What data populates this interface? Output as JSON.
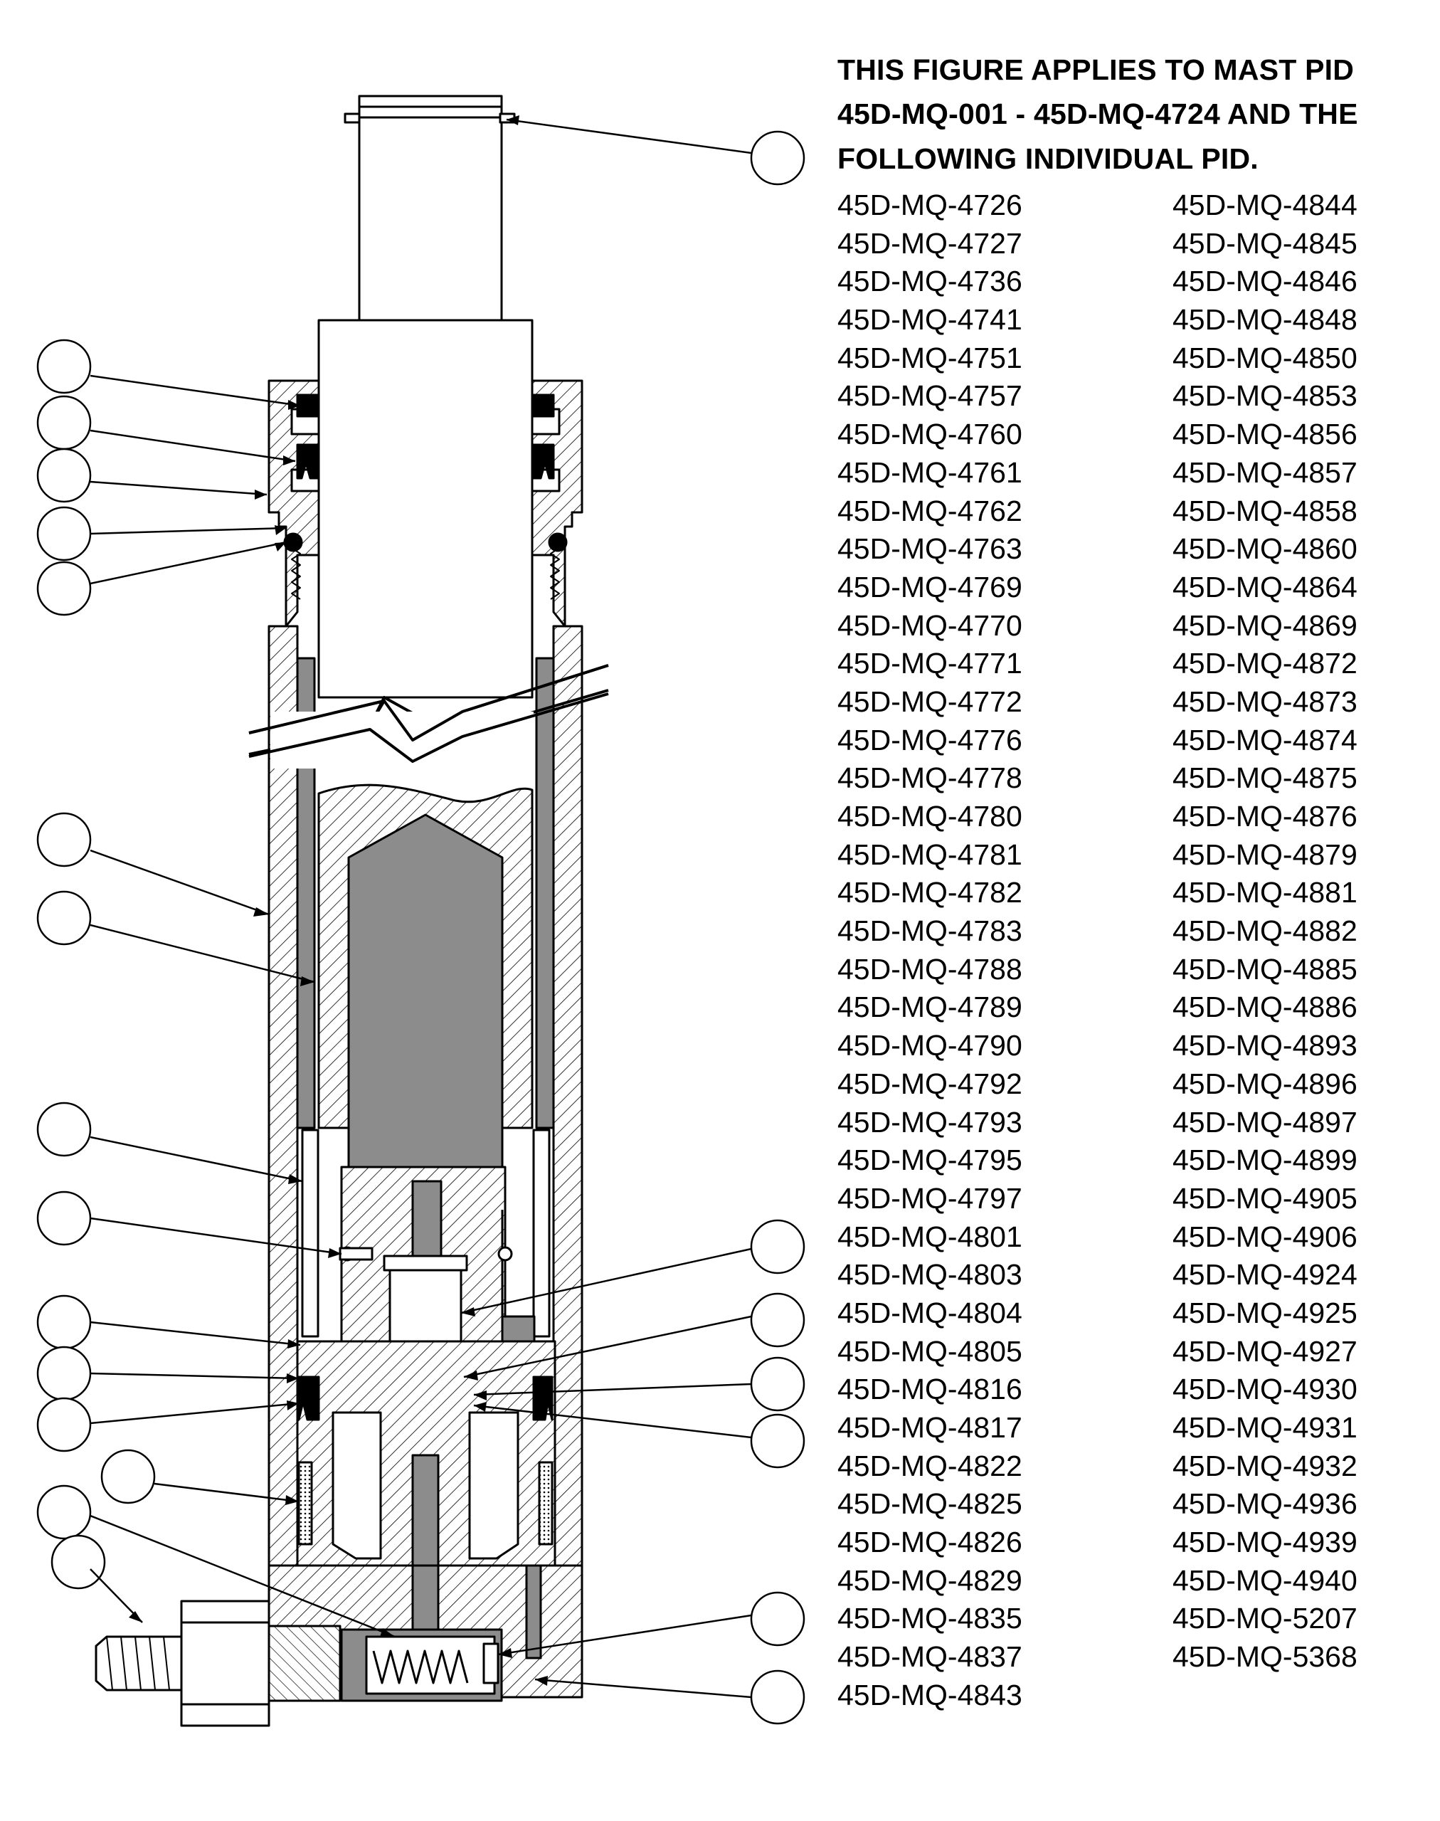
{
  "heading": {
    "line1": "THIS FIGURE APPLIES TO MAST PID",
    "line2": "45D-MQ-001 - 45D-MQ-4724 AND THE",
    "line3": "FOLLOWING INDIVIDUAL PID."
  },
  "pid_column_1": [
    "45D-MQ-4726",
    "45D-MQ-4727",
    "45D-MQ-4736",
    "45D-MQ-4741",
    "45D-MQ-4751",
    "45D-MQ-4757",
    "45D-MQ-4760",
    "45D-MQ-4761",
    "45D-MQ-4762",
    "45D-MQ-4763",
    "45D-MQ-4769",
    "45D-MQ-4770",
    "45D-MQ-4771",
    "45D-MQ-4772",
    "45D-MQ-4776",
    "45D-MQ-4778",
    "45D-MQ-4780",
    "45D-MQ-4781",
    "45D-MQ-4782",
    "45D-MQ-4783",
    "45D-MQ-4788",
    "45D-MQ-4789",
    "45D-MQ-4790",
    "45D-MQ-4792",
    "45D-MQ-4793",
    "45D-MQ-4795",
    "45D-MQ-4797",
    "45D-MQ-4801",
    "45D-MQ-4803",
    "45D-MQ-4804",
    "45D-MQ-4805",
    "45D-MQ-4816",
    "45D-MQ-4817",
    "45D-MQ-4822",
    "45D-MQ-4825",
    "45D-MQ-4826",
    "45D-MQ-4829",
    "45D-MQ-4835",
    "45D-MQ-4837",
    "45D-MQ-4843"
  ],
  "pid_column_2": [
    "45D-MQ-4844",
    "45D-MQ-4845",
    "45D-MQ-4846",
    "45D-MQ-4848",
    "45D-MQ-4850",
    "45D-MQ-4853",
    "45D-MQ-4856",
    "45D-MQ-4857",
    "45D-MQ-4858",
    "45D-MQ-4860",
    "45D-MQ-4864",
    "45D-MQ-4869",
    "45D-MQ-4872",
    "45D-MQ-4873",
    "45D-MQ-4874",
    "45D-MQ-4875",
    "45D-MQ-4876",
    "45D-MQ-4879",
    "45D-MQ-4881",
    "45D-MQ-4882",
    "45D-MQ-4885",
    "45D-MQ-4886",
    "45D-MQ-4893",
    "45D-MQ-4896",
    "45D-MQ-4897",
    "45D-MQ-4899",
    "45D-MQ-4905",
    "45D-MQ-4906",
    "45D-MQ-4924",
    "45D-MQ-4925",
    "45D-MQ-4927",
    "45D-MQ-4930",
    "45D-MQ-4931",
    "45D-MQ-4932",
    "45D-MQ-4936",
    "45D-MQ-4939",
    "45D-MQ-4940",
    "45D-MQ-5207",
    "45D-MQ-5368"
  ],
  "colors": {
    "line": "#000000",
    "fill": "#ffffff",
    "body_gray": "#8c8c8c"
  }
}
